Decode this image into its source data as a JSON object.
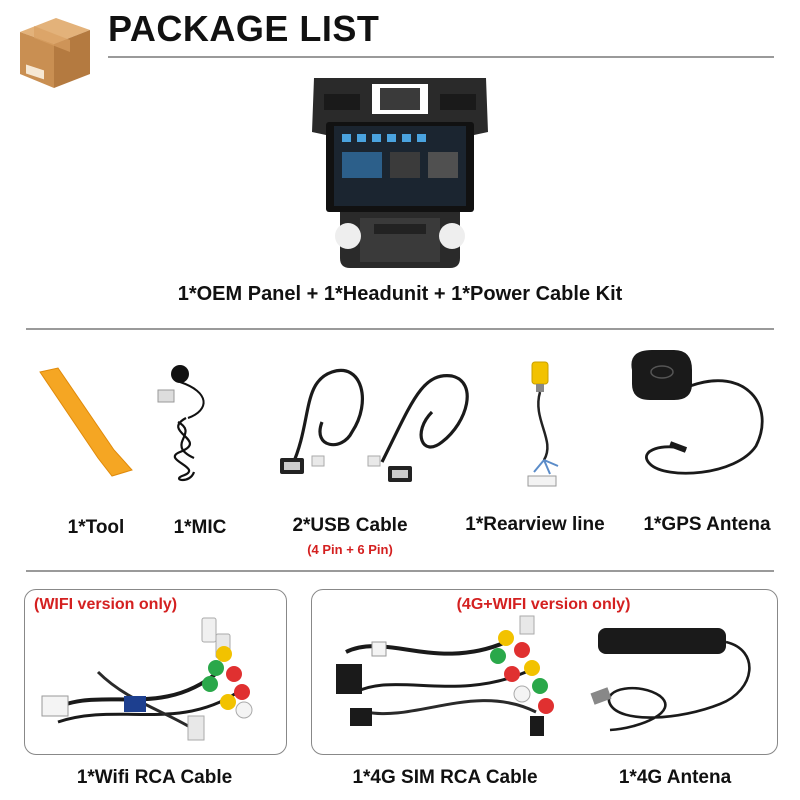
{
  "header": {
    "title": "PACKAGE LIST",
    "icon": "package-box-icon"
  },
  "main_item": {
    "caption": "1*OEM Panel + 1*Headunit + 1*Power Cable Kit"
  },
  "accessories": [
    {
      "caption": "1*Tool",
      "icon": "pry-tool-icon"
    },
    {
      "caption": "1*MIC",
      "icon": "microphone-icon"
    },
    {
      "caption": "2*USB Cable",
      "note": "(4 Pin + 6 Pin)",
      "icon": "usb-cable-icon"
    },
    {
      "caption": "1*Rearview line",
      "icon": "rca-cable-icon"
    },
    {
      "caption": "1*GPS Antena",
      "icon": "gps-antenna-icon"
    }
  ],
  "options": {
    "wifi": {
      "label": "(WIFI version only)",
      "caption": "1*Wifi RCA Cable"
    },
    "g4": {
      "label": "(4G+WIFI version only)",
      "sim_caption": "1*4G SIM RCA Cable",
      "antenna_caption": "1*4G Antena"
    }
  },
  "colors": {
    "accent_red": "#d42020",
    "tool_orange": "#f5a623",
    "divider": "#9a9a9a"
  }
}
